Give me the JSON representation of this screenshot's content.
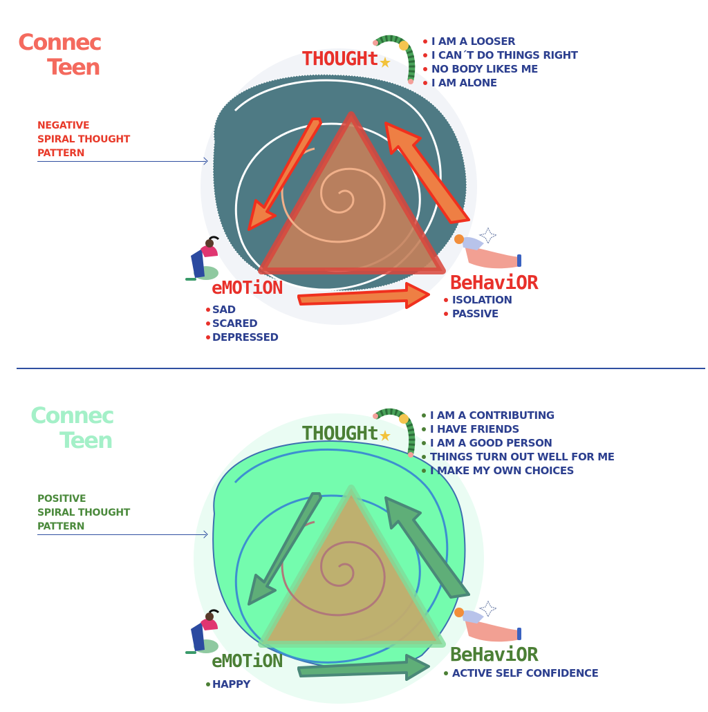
{
  "panels": {
    "negative": {
      "logo": {
        "line1": "Connec",
        "line2": "Teen",
        "color": "#f46a5e"
      },
      "side_label": {
        "lines": [
          "NEGATIVE",
          "SPIRAL THOUGHT",
          "PATTERN"
        ],
        "color": "#e83a2a"
      },
      "thought": {
        "title": "THOUGHt",
        "title_color": "#e8302a",
        "bullet_color": "#e8302a",
        "items": [
          "I AM A LOOSER",
          "I CAN´T DO THINGS RIGHT",
          "NO BODY LIKES ME",
          "I AM ALONE"
        ]
      },
      "emotion": {
        "title": "eMOTiON",
        "title_color": "#e8302a",
        "bullet_color": "#e8302a",
        "items": [
          "SAD",
          "SCARED",
          "DEPRESSED"
        ]
      },
      "behavior": {
        "title": "BeHaviOR",
        "title_color": "#e8302a",
        "bullet_color": "#e8302a",
        "items": [
          "ISOLATION",
          "PASSIVE"
        ]
      },
      "colors": {
        "halo": "#f2f4f8",
        "blob": "#4e7a84",
        "spiral": "#ffffff",
        "triangle_fill": "#c47f5a",
        "triangle_stroke": "#d9453c",
        "inner_spiral": "#f0b08a",
        "arrow_fill": "#ee7f44",
        "arrow_stroke": "#f0301e"
      }
    },
    "positive": {
      "logo": {
        "line1": "Connec",
        "line2": "Teen",
        "color": "#a4f0c8"
      },
      "side_label": {
        "lines": [
          "POSITIVE",
          "SPIRAL THOUGHT",
          "PATTERN"
        ],
        "color": "#4b8a3c"
      },
      "thought": {
        "title": "THOUGHt",
        "title_color": "#4b7f35",
        "bullet_color": "#4b7f35",
        "items": [
          "I AM A CONTRIBUTING",
          "I HAVE FRIENDS",
          "I AM A GOOD PERSON",
          "THINGS TURN OUT WELL FOR ME",
          "I MAKE MY OWN CHOICES"
        ]
      },
      "emotion": {
        "title": "eMOTiON",
        "title_color": "#4b7f35",
        "bullet_color": "#4b7f35",
        "items": [
          "HAPPY"
        ]
      },
      "behavior": {
        "title": "BeHaviOR",
        "title_color": "#4b7f35",
        "bullet_color": "#4b7f35",
        "items": [
          "ACTIVE SELF CONFIDENCE"
        ]
      },
      "colors": {
        "halo": "#eafcf3",
        "blob": "#74fcae",
        "spiral": "#3d8fd0",
        "triangle_fill": "#c2ac6c",
        "triangle_stroke": "#7fdc9a",
        "inner_spiral": "#b0787a",
        "arrow_fill": "#5fae78",
        "arrow_stroke": "#4a8878"
      }
    }
  },
  "colors": {
    "text_blue": "#2c3f8f",
    "divider": "#2f4fa0"
  }
}
